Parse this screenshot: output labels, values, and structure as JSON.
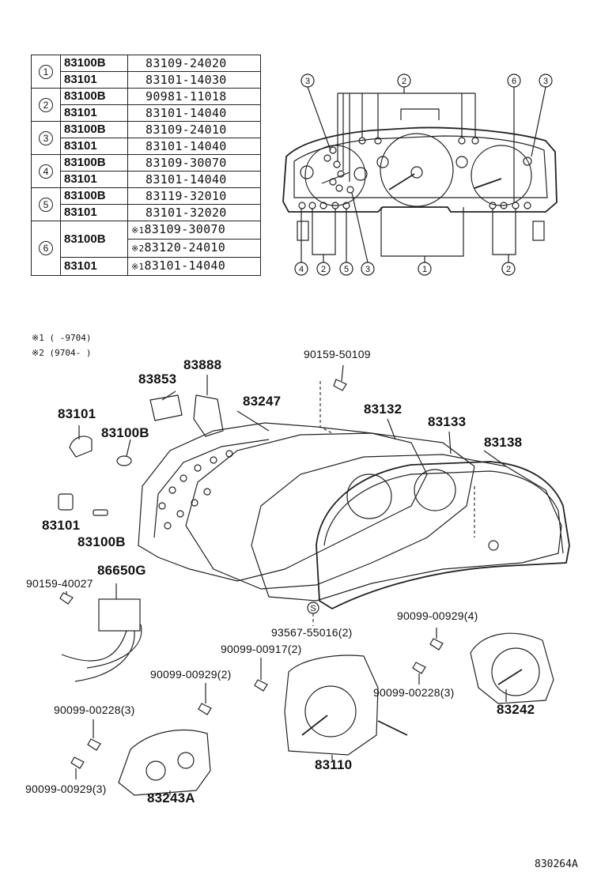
{
  "legend": {
    "rows": [
      {
        "group": "1",
        "part": "83100B",
        "number": "83109-24020",
        "mark": ""
      },
      {
        "group": "",
        "part": "83101",
        "number": "83101-14030",
        "mark": ""
      },
      {
        "group": "2",
        "part": "83100B",
        "number": "90981-11018",
        "mark": ""
      },
      {
        "group": "",
        "part": "83101",
        "number": "83101-14040",
        "mark": ""
      },
      {
        "group": "3",
        "part": "83100B",
        "number": "83109-24010",
        "mark": ""
      },
      {
        "group": "",
        "part": "83101",
        "number": "83101-14040",
        "mark": ""
      },
      {
        "group": "4",
        "part": "83100B",
        "number": "83109-30070",
        "mark": ""
      },
      {
        "group": "",
        "part": "83101",
        "number": "83101-14040",
        "mark": ""
      },
      {
        "group": "5",
        "part": "83100B",
        "number": "83119-32010",
        "mark": ""
      },
      {
        "group": "",
        "part": "83101",
        "number": "83101-32020",
        "mark": ""
      },
      {
        "group": "6",
        "part": "83100B",
        "number": "83109-30070",
        "mark": "※1"
      },
      {
        "group": "",
        "part": "",
        "number": "83120-24010",
        "mark": "※2"
      },
      {
        "group": "",
        "part": "83101",
        "number": "83101-14040",
        "mark": "※1"
      }
    ]
  },
  "notes": {
    "note1": "※1 (      -9704)",
    "note2": "※2 (9704-      )"
  },
  "callouts": {
    "top_left_3": "3",
    "top_2": "2",
    "top_6": "6",
    "top_right_3": "3",
    "bottom_4": "4",
    "bottom_2a": "2",
    "bottom_5": "5",
    "bottom_3": "3",
    "bottom_1": "1",
    "bottom_2b": "2"
  },
  "parts": {
    "p83888": "83888",
    "p83853": "83853",
    "p83247": "83247",
    "p90159_50109": "90159-50109",
    "p83132": "83132",
    "p83133": "83133",
    "p83138": "83138",
    "p83101a": "83101",
    "p83100Ba": "83100B",
    "p83101b": "83101",
    "p83100Bb": "83100B",
    "p86650G": "86650G",
    "p90159_40027": "90159-40027",
    "p93567": "93567-55016(2)",
    "p90099_00929_4": "90099-00929(4)",
    "p90099_00917": "90099-00917(2)",
    "p90099_00929_2": "90099-00929(2)",
    "p90099_00228_3b": "90099-00228(3)",
    "p83242": "83242",
    "p90099_00228_3a": "90099-00228(3)",
    "p83110": "83110",
    "p90099_00929_3": "90099-00929(3)",
    "p83243A": "83243A",
    "s_mark": "S"
  },
  "figure_code": "830264A"
}
